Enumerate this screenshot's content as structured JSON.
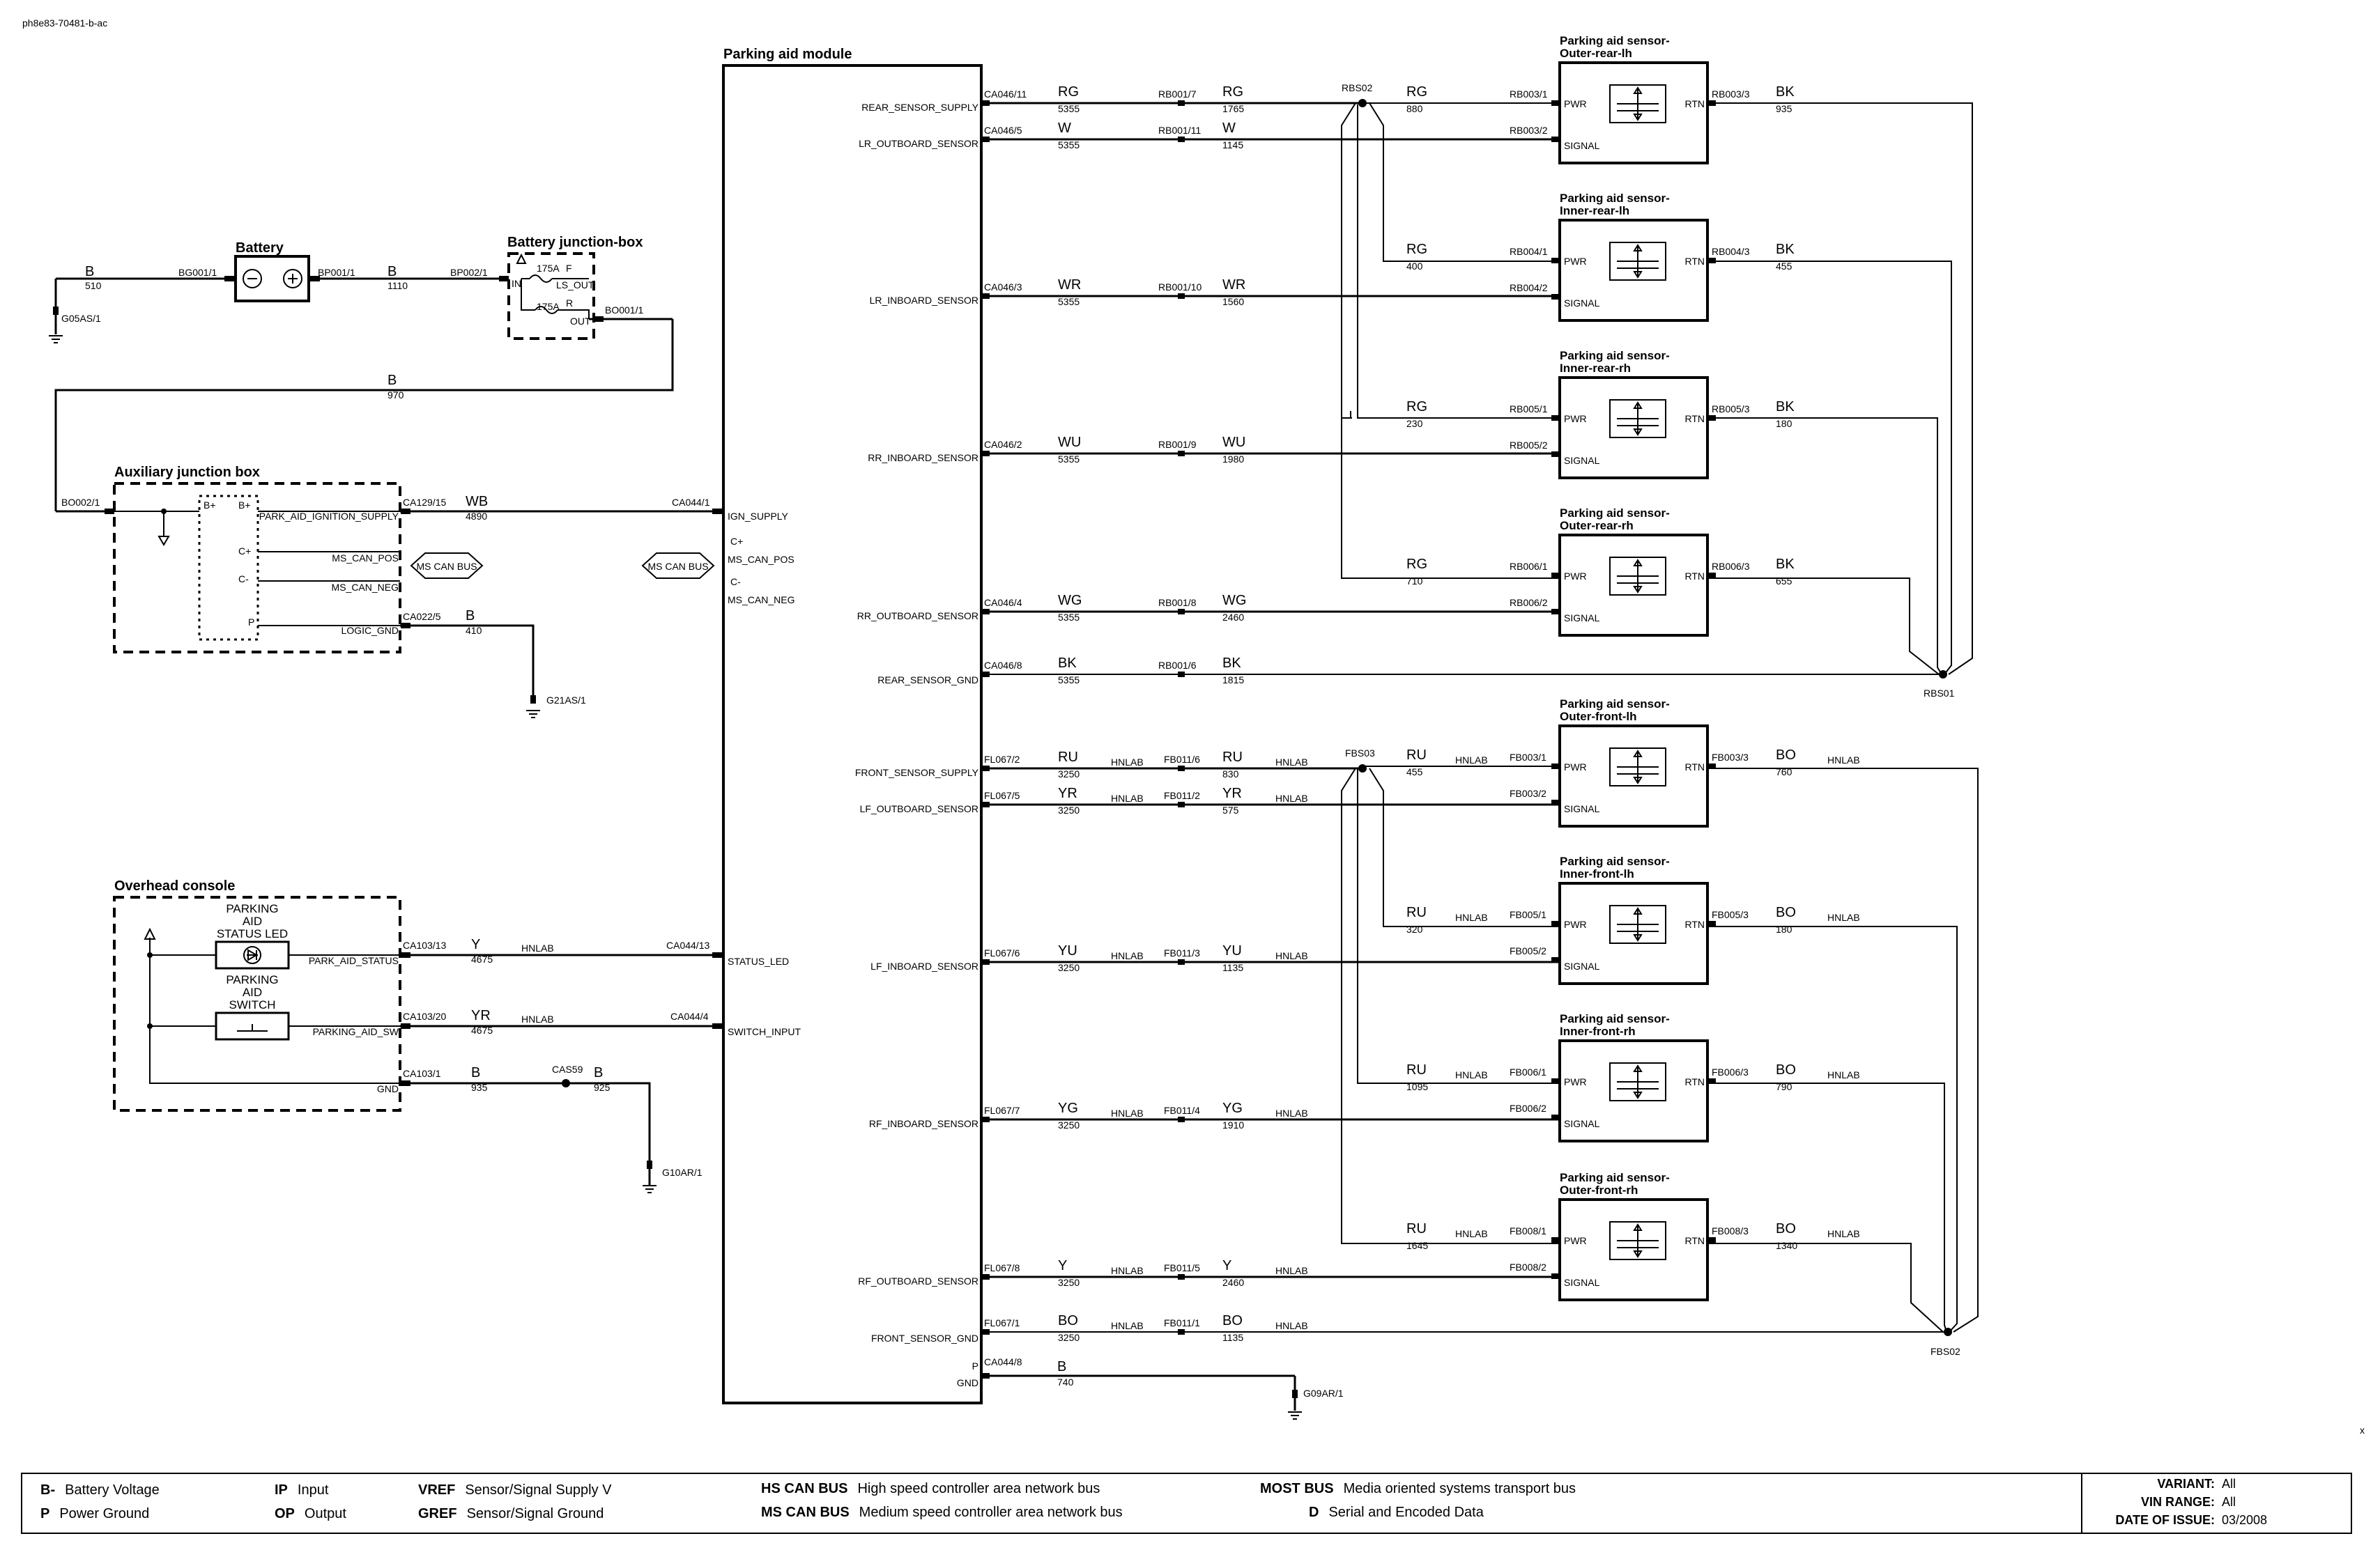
{
  "doc_id": "ph8e83-70481-b-ac",
  "module": {
    "title": "Parking aid module",
    "pins": {
      "rear_supply": "REAR_SENSOR_SUPPLY",
      "lr_out": "LR_OUTBOARD_SENSOR",
      "lr_in": "LR_INBOARD_SENSOR",
      "rr_in": "RR_INBOARD_SENSOR",
      "rr_out": "RR_OUTBOARD_SENSOR",
      "rear_gnd": "REAR_SENSOR_GND",
      "front_supply": "FRONT_SENSOR_SUPPLY",
      "lf_out": "LF_OUTBOARD_SENSOR",
      "lf_in": "LF_INBOARD_SENSOR",
      "rf_in": "RF_INBOARD_SENSOR",
      "rf_out": "RF_OUTBOARD_SENSOR",
      "front_gnd": "FRONT_SENSOR_GND",
      "p": "P",
      "gnd": "GND",
      "ign": "IGN_SUPPLY",
      "cplus": "C+",
      "can_pos": "MS_CAN_POS",
      "cminus": "C-",
      "can_neg": "MS_CAN_NEG",
      "status_led": "STATUS_LED",
      "switch_input": "SWITCH_INPUT"
    },
    "left_connectors": {
      "ign": "CA044/1",
      "status": "CA044/13",
      "switch": "CA044/4"
    }
  },
  "wires": {
    "rear_supply": {
      "conn": "CA046/11",
      "color": "RG",
      "circuit": "5355",
      "inline": "RB001/7",
      "color2": "RG",
      "circuit2": "1765"
    },
    "lr_out": {
      "conn": "CA046/5",
      "color": "W",
      "circuit": "5355",
      "inline": "RB001/11",
      "color2": "W",
      "circuit2": "1145"
    },
    "lr_in": {
      "conn": "CA046/3",
      "color": "WR",
      "circuit": "5355",
      "inline": "RB001/10",
      "color2": "WR",
      "circuit2": "1560"
    },
    "rr_in": {
      "conn": "CA046/2",
      "color": "WU",
      "circuit": "5355",
      "inline": "RB001/9",
      "color2": "WU",
      "circuit2": "1980"
    },
    "rr_out": {
      "conn": "CA046/4",
      "color": "WG",
      "circuit": "5355",
      "inline": "RB001/8",
      "color2": "WG",
      "circuit2": "2460"
    },
    "rear_gnd": {
      "conn": "CA046/8",
      "color": "BK",
      "circuit": "5355",
      "inline": "RB001/6",
      "color2": "BK",
      "circuit2": "1815"
    },
    "front_supply": {
      "conn": "FL067/2",
      "color": "RU",
      "circuit": "3250",
      "inline": "FB011/6",
      "color2": "RU",
      "circuit2": "830"
    },
    "lf_out": {
      "conn": "FL067/5",
      "color": "YR",
      "circuit": "3250",
      "inline": "FB011/2",
      "color2": "YR",
      "circuit2": "575"
    },
    "lf_in": {
      "conn": "FL067/6",
      "color": "YU",
      "circuit": "3250",
      "inline": "FB011/3",
      "color2": "YU",
      "circuit2": "1135"
    },
    "rf_in": {
      "conn": "FL067/7",
      "color": "YG",
      "circuit": "3250",
      "inline": "FB011/4",
      "color2": "YG",
      "circuit2": "1910"
    },
    "rf_out": {
      "conn": "FL067/8",
      "color": "Y",
      "circuit": "3250",
      "inline": "FB011/5",
      "color2": "Y",
      "circuit2": "2460"
    },
    "front_gnd": {
      "conn": "FL067/1",
      "color": "BO",
      "circuit": "3250",
      "inline": "FB011/1",
      "color2": "BO",
      "circuit2": "1135"
    },
    "gnd": {
      "conn": "CA044/8",
      "color": "B",
      "circuit": "740"
    }
  },
  "hnlab": "HNLAB",
  "splices": {
    "rbs02": "RBS02",
    "rbs01": "RBS01",
    "fbs03": "FBS03",
    "fbs02": "FBS02",
    "cas59": "CAS59"
  },
  "sensors": [
    {
      "title1": "Parking aid sensor-",
      "title2": "Outer-rear-lh",
      "pwr_conn": "RB003/1",
      "pwr_color": "RG",
      "pwr_circ": "880",
      "sig_conn": "RB003/2",
      "rtn_conn": "RB003/3",
      "rtn_color": "BK",
      "rtn_circ": "935"
    },
    {
      "title1": "Parking aid sensor-",
      "title2": "Inner-rear-lh",
      "pwr_conn": "RB004/1",
      "pwr_color": "RG",
      "pwr_circ": "400",
      "sig_conn": "RB004/2",
      "rtn_conn": "RB004/3",
      "rtn_color": "BK",
      "rtn_circ": "455"
    },
    {
      "title1": "Parking aid sensor-",
      "title2": "Inner-rear-rh",
      "pwr_conn": "RB005/1",
      "pwr_color": "RG",
      "pwr_circ": "230",
      "sig_conn": "RB005/2",
      "rtn_conn": "RB005/3",
      "rtn_color": "BK",
      "rtn_circ": "180"
    },
    {
      "title1": "Parking aid sensor-",
      "title2": "Outer-rear-rh",
      "pwr_conn": "RB006/1",
      "pwr_color": "RG",
      "pwr_circ": "710",
      "sig_conn": "RB006/2",
      "rtn_conn": "RB006/3",
      "rtn_color": "BK",
      "rtn_circ": "655"
    },
    {
      "title1": "Parking aid sensor-",
      "title2": "Outer-front-lh",
      "pwr_conn": "FB003/1",
      "pwr_color": "RU",
      "pwr_circ": "455",
      "sig_conn": "FB003/2",
      "rtn_conn": "FB003/3",
      "rtn_color": "BO",
      "rtn_circ": "760"
    },
    {
      "title1": "Parking aid sensor-",
      "title2": "Inner-front-lh",
      "pwr_conn": "FB005/1",
      "pwr_color": "RU",
      "pwr_circ": "320",
      "sig_conn": "FB005/2",
      "rtn_conn": "FB005/3",
      "rtn_color": "BO",
      "rtn_circ": "180"
    },
    {
      "title1": "Parking aid sensor-",
      "title2": "Inner-front-rh",
      "pwr_conn": "FB006/1",
      "pwr_color": "RU",
      "pwr_circ": "1095",
      "sig_conn": "FB006/2",
      "rtn_conn": "FB006/3",
      "rtn_color": "BO",
      "rtn_circ": "790"
    },
    {
      "title1": "Parking aid sensor-",
      "title2": "Outer-front-rh",
      "pwr_conn": "FB008/1",
      "pwr_color": "RU",
      "pwr_circ": "1645",
      "sig_conn": "FB008/2",
      "rtn_conn": "FB008/3",
      "rtn_color": "BO",
      "rtn_circ": "1340"
    }
  ],
  "sensor_pins": {
    "pwr": "PWR",
    "signal": "SIGNAL",
    "rtn": "RTN"
  },
  "battery": {
    "title": "Battery",
    "left_wire": "B",
    "left_circ": "510",
    "left_conn": "BG001/1",
    "ground": "G05AS/1",
    "right_conn": "BP001/1",
    "right_wire": "B",
    "right_circ": "1110"
  },
  "bjb": {
    "title": "Battery junction-box",
    "in_conn": "BP002/1",
    "in": "IN",
    "fuse": "175A",
    "f": "F",
    "ls_out": "LS_OUT",
    "r": "R",
    "out": "OUT",
    "out_conn": "BO001/1",
    "feed_wire": "B",
    "feed_circ": "970"
  },
  "ajb": {
    "title": "Auxiliary junction box",
    "in_conn": "BO002/1",
    "bplus": "B+",
    "bplus2": "B+",
    "cplus": "C+",
    "cminus": "C-",
    "p": "P",
    "pin_ign": "PARK_AID_IGNITION_SUPPLY",
    "pin_can_pos": "MS_CAN_POS",
    "pin_can_neg": "MS_CAN_NEG",
    "pin_logic": "LOGIC_GND",
    "ign_conn": "CA129/15",
    "ign_color": "WB",
    "ign_circ": "4890",
    "gnd_conn": "CA022/5",
    "gnd_color": "B",
    "gnd_circ": "410",
    "ground": "G21AS/1"
  },
  "canbus_label": "MS CAN BUS",
  "console": {
    "title": "Overhead console",
    "led_l1": "PARKING",
    "led_l2": "AID",
    "led_l3": "STATUS LED",
    "sw_l1": "PARKING",
    "sw_l2": "AID",
    "sw_l3": "SWITCH",
    "pin_status": "PARK_AID_STATUS",
    "pin_sw": "PARKING_AID_SW",
    "pin_gnd": "GND",
    "status_conn": "CA103/13",
    "status_color": "Y",
    "status_circ": "4675",
    "sw_conn": "CA103/20",
    "sw_color": "YR",
    "sw_circ": "4675",
    "gnd_conn": "CA103/1",
    "gnd_color": "B",
    "gnd_circ": "935",
    "gnd_color2": "B",
    "gnd_circ2": "925",
    "ground": "G10AR/1"
  },
  "module_ground": "G09AR/1",
  "corner_mark": "x",
  "legend": {
    "items": [
      {
        "abbr": "B-",
        "text": "Battery Voltage"
      },
      {
        "abbr": "P",
        "text": "Power Ground"
      },
      {
        "abbr": "IP",
        "text": "Input"
      },
      {
        "abbr": "OP",
        "text": "Output"
      },
      {
        "abbr": "VREF",
        "text": "Sensor/Signal Supply V"
      },
      {
        "abbr": "GREF",
        "text": "Sensor/Signal Ground"
      },
      {
        "abbr": "HS CAN BUS",
        "text": "High speed controller area network bus"
      },
      {
        "abbr": "MS CAN BUS",
        "text": "Medium speed controller area network bus"
      },
      {
        "abbr": "MOST BUS",
        "text": "Media oriented systems transport bus"
      },
      {
        "abbr": "D",
        "text": "Serial and Encoded Data"
      }
    ],
    "variant_label": "VARIANT:",
    "variant": "All",
    "vin_label": "VIN RANGE:",
    "vin": "All",
    "date_label": "DATE OF ISSUE:",
    "date": "03/2008"
  }
}
